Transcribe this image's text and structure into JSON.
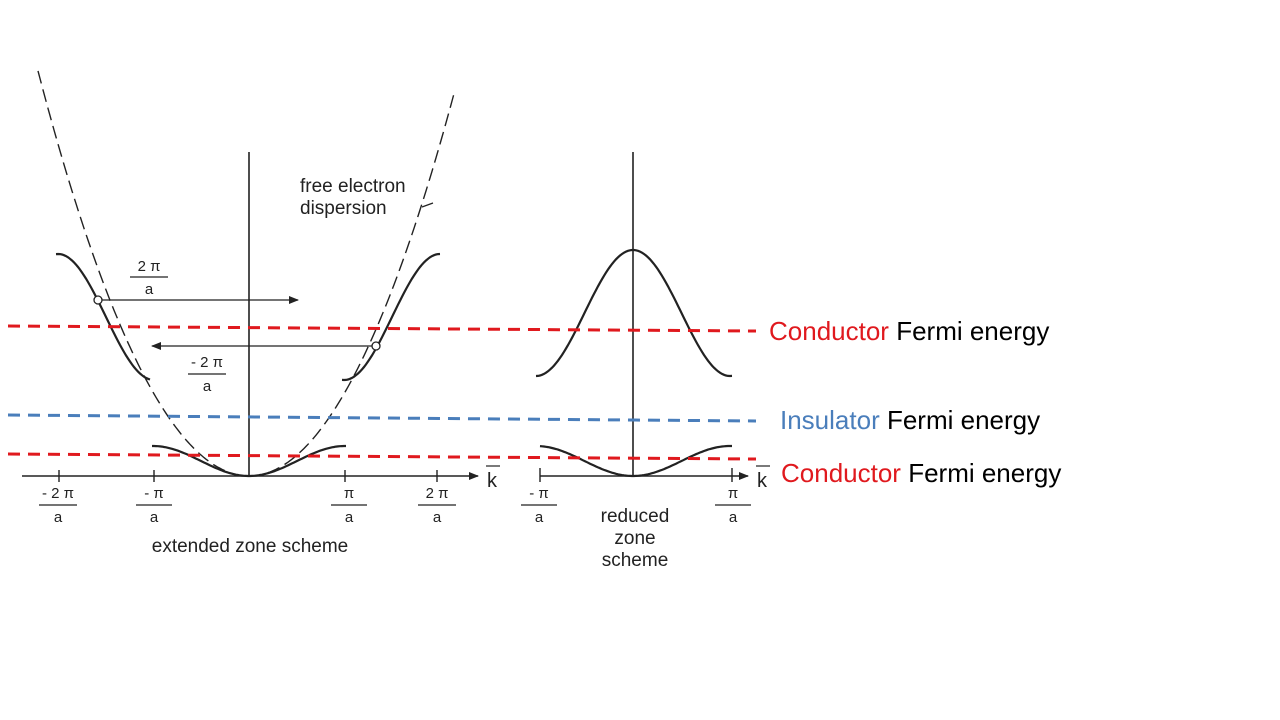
{
  "colors": {
    "conductor": "#e0191e",
    "insulator": "#4a7ebb",
    "figure_ink": "#222222"
  },
  "figure": {
    "free_electron_label_line1": "free electron",
    "free_electron_label_line2": "dispersion",
    "extended_caption": "extended zone scheme",
    "reduced_caption_line1": "reduced",
    "reduced_caption_line2": "zone",
    "reduced_caption_line3": "scheme",
    "k_label": "k",
    "shift_right_num": "2 π",
    "shift_left_num": "- 2 π",
    "denominator": "a",
    "ticks_extended": [
      "- 2 π",
      "- π",
      "π",
      "2 π"
    ],
    "ticks_reduced": [
      "- π",
      "π"
    ]
  },
  "labels": {
    "upper_conductor": {
      "word": "Conductor",
      "rest": " Fermi energy"
    },
    "insulator": {
      "word": "Insulator",
      "rest": " Fermi energy"
    },
    "lower_conductor": {
      "word": "Conductor",
      "rest": " Fermi energy"
    }
  }
}
